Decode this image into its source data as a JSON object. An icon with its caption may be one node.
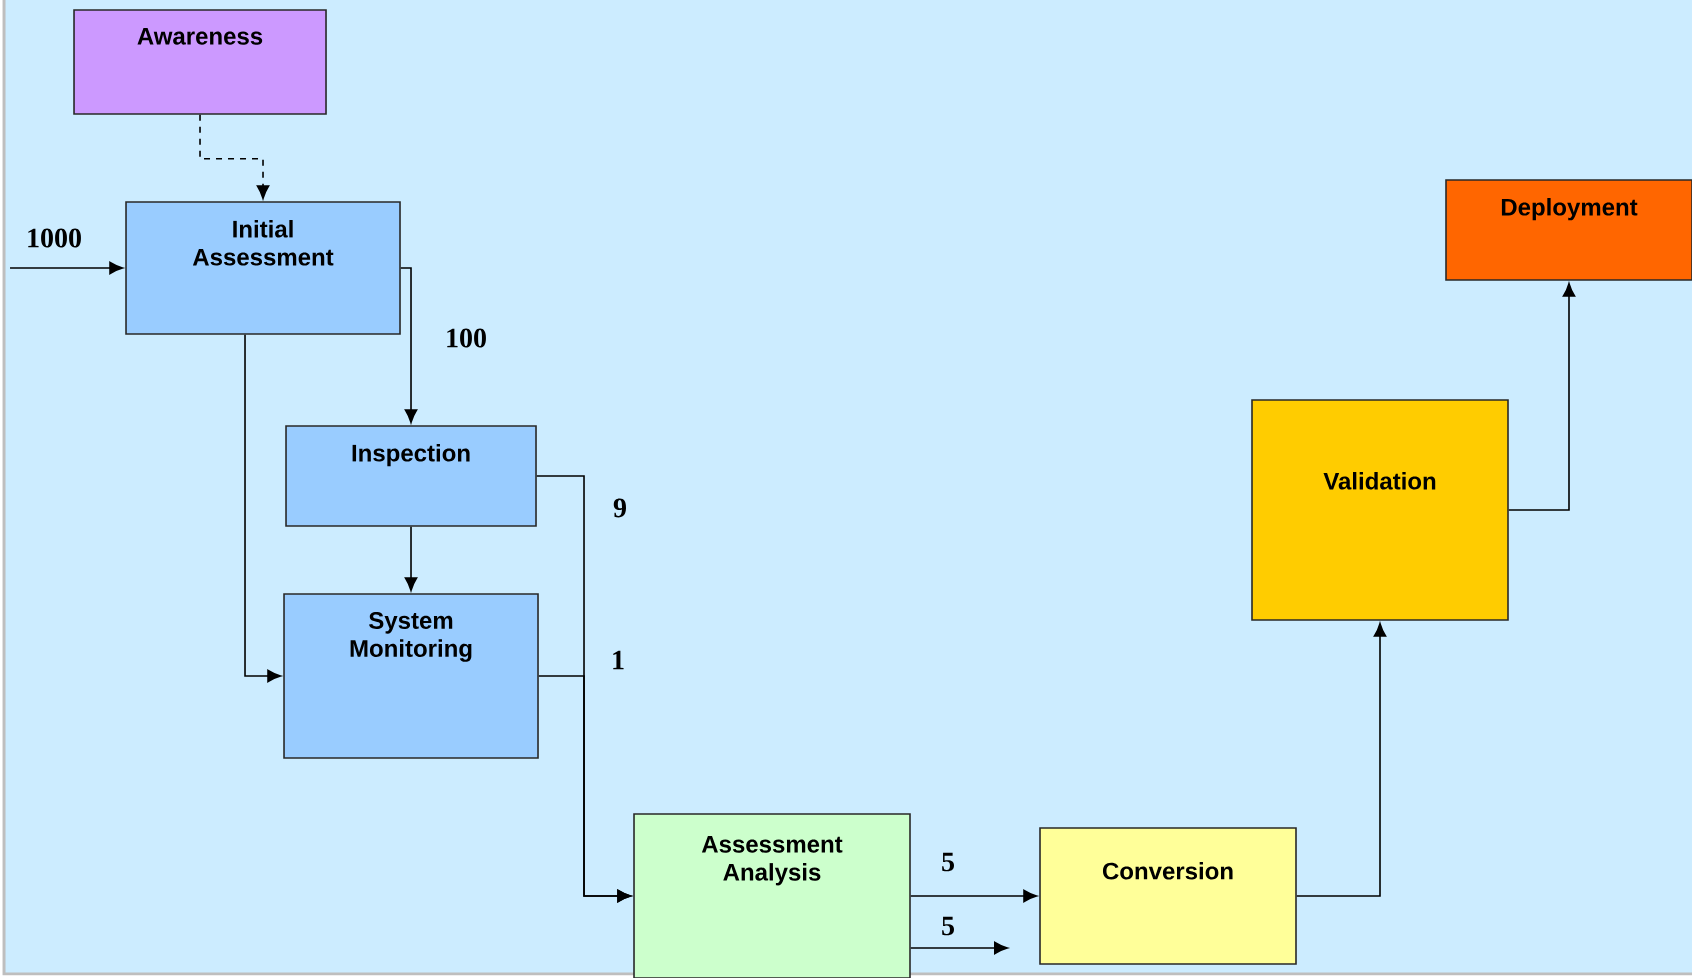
{
  "diagram": {
    "nodes": [
      {
        "text": [
          "Awareness"
        ]
      },
      {
        "text": [
          "Initial Assessment"
        ]
      },
      {
        "text": [
          "Inspection"
        ]
      },
      {
        "text": [
          "System Monitoring"
        ]
      },
      {
        "text": [
          "Assessment Analysis"
        ]
      },
      {
        "text": [
          "Conversion"
        ]
      },
      {
        "text": [
          "Validation"
        ]
      },
      {
        "text": [
          "Deployment"
        ]
      }
    ],
    "edges": [
      {
        "from": 0,
        "to": 1,
        "arrow": "to",
        "style": "dashed"
      },
      {
        "from": null,
        "to": 1,
        "arrow": "to",
        "label": "1000"
      },
      {
        "from": 1,
        "to": 2,
        "arrow": "to",
        "label": "100"
      },
      {
        "from": 1,
        "to": 3,
        "arrow": "to"
      },
      {
        "from": 2,
        "to": 3,
        "arrow": "to"
      },
      {
        "from": 2,
        "to": 4,
        "arrow": "to",
        "label": "9"
      },
      {
        "from": 3,
        "to": 4,
        "arrow": "to",
        "label": "1"
      },
      {
        "from": 4,
        "to": 5,
        "arrow": "to",
        "label": "5"
      },
      {
        "from": 4,
        "to": null,
        "arrow": "to",
        "label": "5"
      },
      {
        "from": 5,
        "to": 6,
        "arrow": "to"
      },
      {
        "from": 6,
        "to": 7,
        "arrow": "to"
      }
    ]
  }
}
